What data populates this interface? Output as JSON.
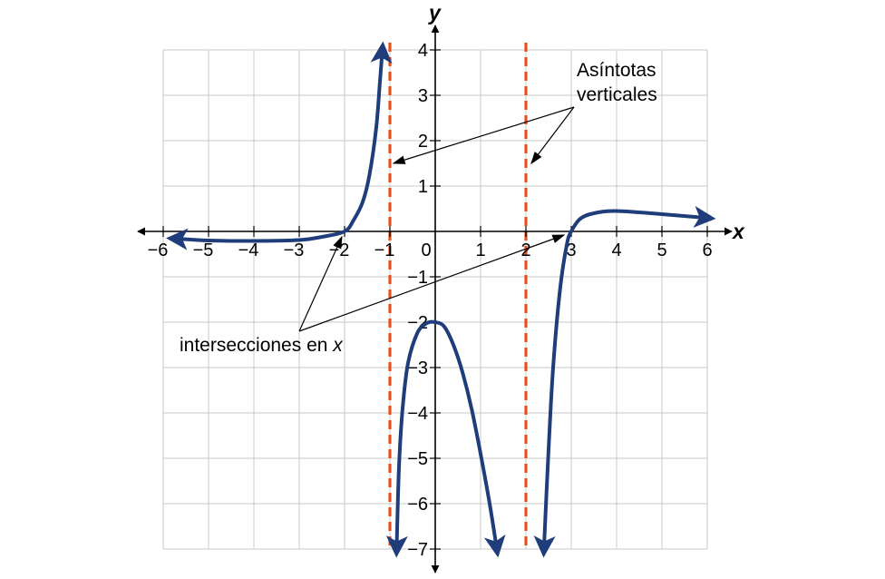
{
  "chart_data": {
    "type": "line",
    "xlabel": "x",
    "ylabel": "y",
    "xlim": [
      -6,
      6
    ],
    "ylim": [
      -7,
      4
    ],
    "grid": true,
    "x_ticks": [
      -6,
      -5,
      -4,
      -3,
      -2,
      -1,
      0,
      1,
      2,
      3,
      4,
      5,
      6
    ],
    "y_ticks": [
      -7,
      -6,
      -5,
      -4,
      -3,
      -2,
      -1,
      1,
      2,
      3,
      4
    ],
    "x_tick_labels": [
      "−6",
      "−5",
      "−4",
      "−3",
      "−2",
      "−1",
      "0",
      "1",
      "2",
      "3",
      "4",
      "5",
      "6"
    ],
    "y_tick_labels": [
      "−7",
      "−6",
      "−5",
      "−4",
      "−3",
      "−2",
      "−1",
      "1",
      "2",
      "3",
      "4"
    ],
    "vertical_asymptotes": [
      -1,
      2
    ],
    "x_intercepts": [
      -2,
      3
    ],
    "series": [
      {
        "points": [
          [
            -5.7,
            -0.16
          ],
          [
            -5,
            -0.2
          ],
          [
            -4,
            -0.21
          ],
          [
            -3,
            -0.19
          ],
          [
            -2.5,
            -0.12
          ],
          [
            -2,
            0
          ],
          [
            -1.8,
            0.25
          ],
          [
            -1.6,
            0.65
          ],
          [
            -1.45,
            1.25
          ],
          [
            -1.3,
            2.3
          ],
          [
            -1.22,
            3.3
          ],
          [
            -1.17,
            3.95
          ]
        ]
      },
      {
        "points": [
          [
            -0.85,
            -6.95
          ],
          [
            -0.8,
            -5.2
          ],
          [
            -0.72,
            -3.9
          ],
          [
            -0.6,
            -2.9
          ],
          [
            -0.4,
            -2.25
          ],
          [
            -0.2,
            -2.03
          ],
          [
            0,
            -2
          ],
          [
            0.2,
            -2.1
          ],
          [
            0.4,
            -2.5
          ],
          [
            0.6,
            -3.1
          ],
          [
            0.8,
            -3.9
          ],
          [
            1.0,
            -4.9
          ],
          [
            1.2,
            -6.0
          ],
          [
            1.35,
            -6.95
          ]
        ]
      },
      {
        "points": [
          [
            2.4,
            -6.95
          ],
          [
            2.5,
            -4.8
          ],
          [
            2.6,
            -3.0
          ],
          [
            2.75,
            -1.3
          ],
          [
            2.9,
            -0.3
          ],
          [
            3,
            0
          ],
          [
            3.2,
            0.28
          ],
          [
            3.5,
            0.4
          ],
          [
            4,
            0.45
          ],
          [
            5,
            0.38
          ],
          [
            5.95,
            0.3
          ]
        ]
      }
    ],
    "annotations": [
      {
        "text": "Asíntotas",
        "target": "asymptotes"
      },
      {
        "text": "verticales",
        "target": "asymptotes"
      },
      {
        "text": "intersecciones en ",
        "italic_suffix": "x",
        "target": "x_intercepts"
      }
    ]
  }
}
